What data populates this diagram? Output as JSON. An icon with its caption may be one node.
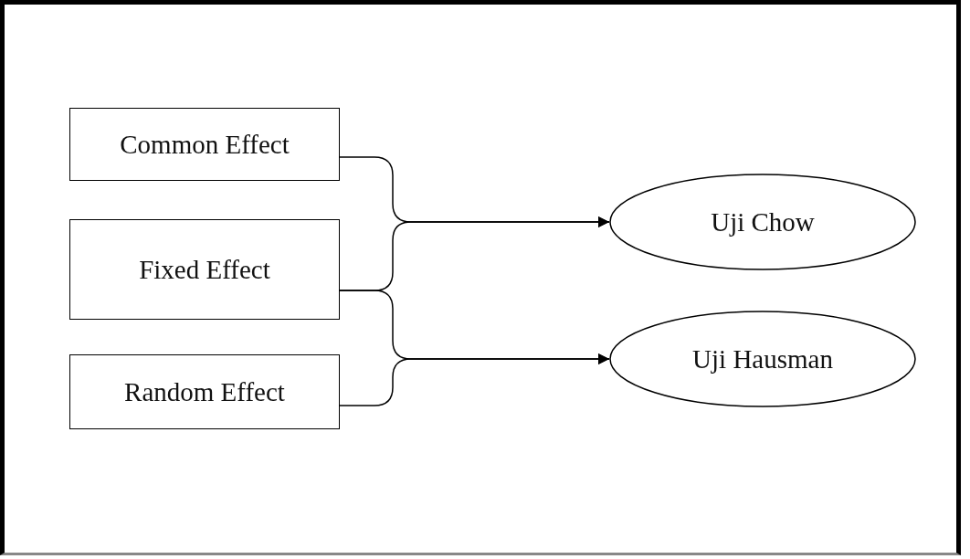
{
  "diagram": {
    "nodes": [
      {
        "text": [
          "Common Effect"
        ]
      },
      {
        "text": [
          "Fixed Effect"
        ]
      },
      {
        "text": [
          "Random Effect"
        ]
      },
      {
        "text": [
          "Uji Chow"
        ]
      },
      {
        "text": [
          "Uji Hausman"
        ]
      }
    ],
    "edges": [
      {
        "from": 0,
        "to": 3,
        "arrow": "to"
      },
      {
        "from": 1,
        "to": 3,
        "arrow": "to"
      },
      {
        "from": 1,
        "to": 4,
        "arrow": "to"
      },
      {
        "from": 2,
        "to": 4,
        "arrow": "to"
      }
    ]
  }
}
